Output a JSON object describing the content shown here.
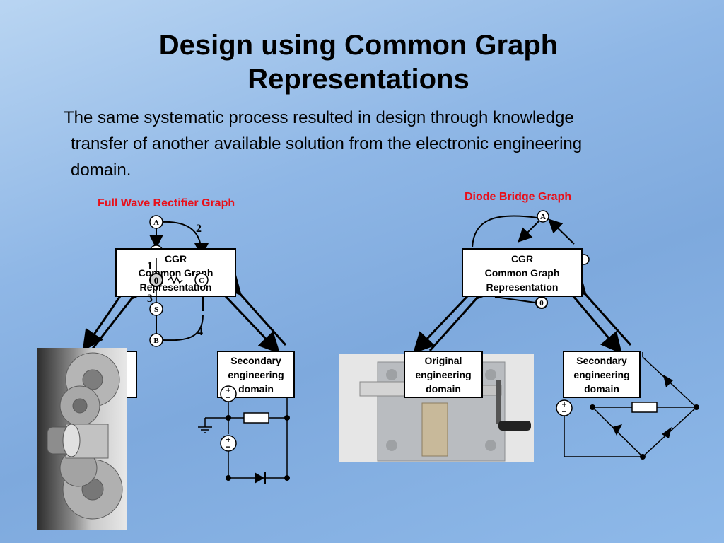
{
  "slide": {
    "title_line1": "Design using Common Graph",
    "title_line2": "Representations",
    "body_line1": "The same systematic process resulted in design through knowledge",
    "body_line2": "transfer of another available solution from the electronic engineering",
    "body_line3": "domain."
  },
  "left_graph": {
    "label": "Full Wave Rectifier Graph",
    "cgr_line1": "CGR",
    "cgr_line2": "Common Graph",
    "cgr_line3": "Representation",
    "node_A": "A",
    "node_B": "B",
    "node_C": "C",
    "node_S_top": "S",
    "node_S_bottom": "S",
    "node_0": "0",
    "edge_1": "1",
    "edge_2": "2",
    "edge_3": "3",
    "edge_4": "4",
    "secondary_line1": "Secondary",
    "secondary_line2": "engineering",
    "secondary_line3": "domain"
  },
  "right_graph": {
    "label": "Diode Bridge Graph",
    "cgr_line1": "CGR",
    "cgr_line2": "Common Graph",
    "cgr_line3": "Representation",
    "node_A": "A",
    "node_0": "0",
    "original_line1": "Original",
    "original_line2": "engineering",
    "original_line3": "domain",
    "secondary_line1": "Secondary",
    "secondary_line2": "engineering",
    "secondary_line3": "domain"
  },
  "symbols": {
    "plus": "+",
    "minus": "−"
  },
  "colors": {
    "label_red": "#e8101a"
  }
}
